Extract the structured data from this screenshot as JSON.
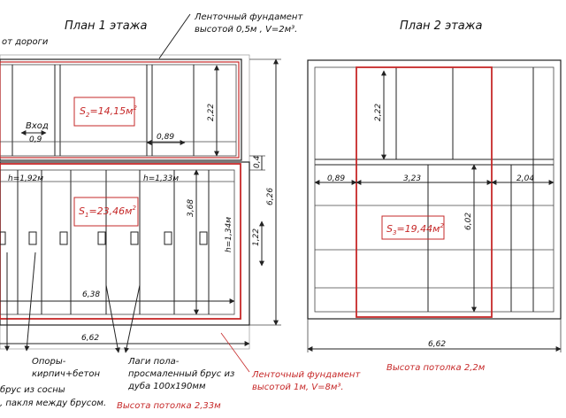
{
  "plan1": {
    "title": "План 1 этажа",
    "road_label": "от дороги",
    "entrance_label": "Вход",
    "entrance_width": "0,9",
    "dim_089": "0,89",
    "dim_222": "2,22",
    "dim_04": "0,4",
    "dim_626": "6,26",
    "dim_368": "3,68",
    "dim_122": "1,22",
    "h_192": "h=1,92м",
    "h_133": "h=1,33м",
    "h_134": "h=1,34м",
    "dim_638": "6,38",
    "dim_662": "6,62",
    "area_s2": "S",
    "area_s2_sub": "2",
    "area_s2_val": "=14,15м",
    "area_s2_sup": "2",
    "area_s1": "S",
    "area_s1_sub": "1",
    "area_s1_val": "=23,46м",
    "area_s1_sup": "2",
    "foundation_top_line1": "Ленточный фундамент",
    "foundation_top_line2": "высотой 0,5м , V=2м³.",
    "foundation_bottom_line1": "Ленточный фундамент",
    "foundation_bottom_line2": "высотой 1м, V=8м³.",
    "supports_line1": "Опоры-",
    "supports_line2": "кирпич+бетон",
    "joists_line1": "Лаги пола-",
    "joists_line2": "просмаленный брус из",
    "joists_line3": "дуба 100х190мм",
    "walls_line1": "брус из сосны",
    "walls_line2": ", пакля между брусом.",
    "ceiling": "Высота потолка 2,33м"
  },
  "plan2": {
    "title": "План 2 этажа",
    "dim_222": "2,22",
    "dim_089": "0,89",
    "dim_323": "3,23",
    "dim_204": "2,04",
    "dim_602": "6,02",
    "dim_662": "6,62",
    "area_s3": "S",
    "area_s3_sub": "3",
    "area_s3_val": "=19,44м",
    "area_s3_sup": "2",
    "ceiling": "Высота потолка 2,2м"
  }
}
